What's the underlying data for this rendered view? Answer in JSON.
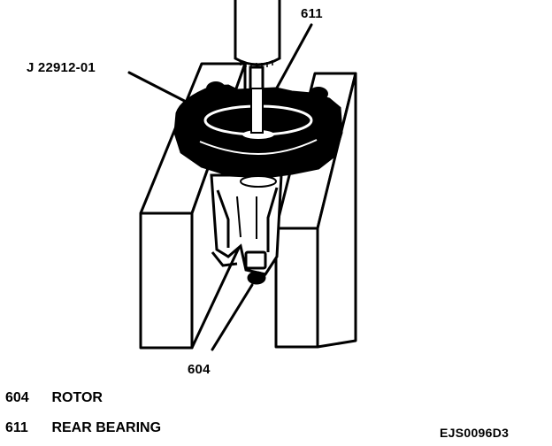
{
  "callouts": {
    "tool": "J 22912-01",
    "top_part": "611",
    "bottom_part": "604"
  },
  "legend": [
    {
      "number": "604",
      "name": "ROTOR"
    },
    {
      "number": "611",
      "name": "REAR BEARING"
    }
  ],
  "figure_code": "EJS0096D3",
  "colors": {
    "ink": "#000000",
    "paper": "#ffffff"
  }
}
